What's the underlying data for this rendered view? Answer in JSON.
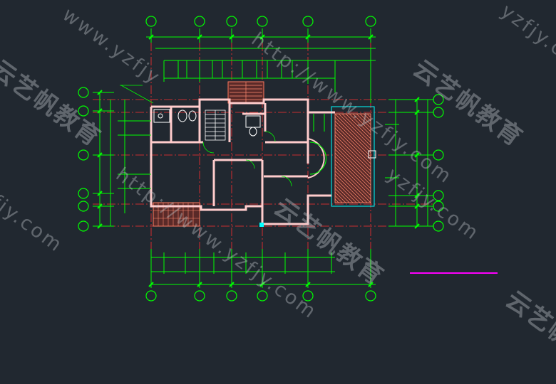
{
  "viewer": {
    "background": "#212830",
    "colors": {
      "dimension": "#00ff00",
      "axis": "#ff2020",
      "wall": "#ffcccc",
      "hatch": "#ff7a60",
      "cyan": "#00ffff",
      "magenta": "#ff00ff",
      "fixture": "#ffffff"
    }
  },
  "watermark": {
    "brand": "云艺帆教育",
    "url_full": "http://www.yzfjy.com",
    "url_tail": "yzfjy.com",
    "url_tail2": "fjy.com",
    "url_mid": "www.yzfjy"
  },
  "drawing": {
    "type": "cad-floor-plan",
    "layers": [
      "dimensions",
      "axis-grid",
      "walls",
      "doors",
      "stair",
      "roof-hatch",
      "balcony-hatch",
      "fixtures"
    ]
  }
}
